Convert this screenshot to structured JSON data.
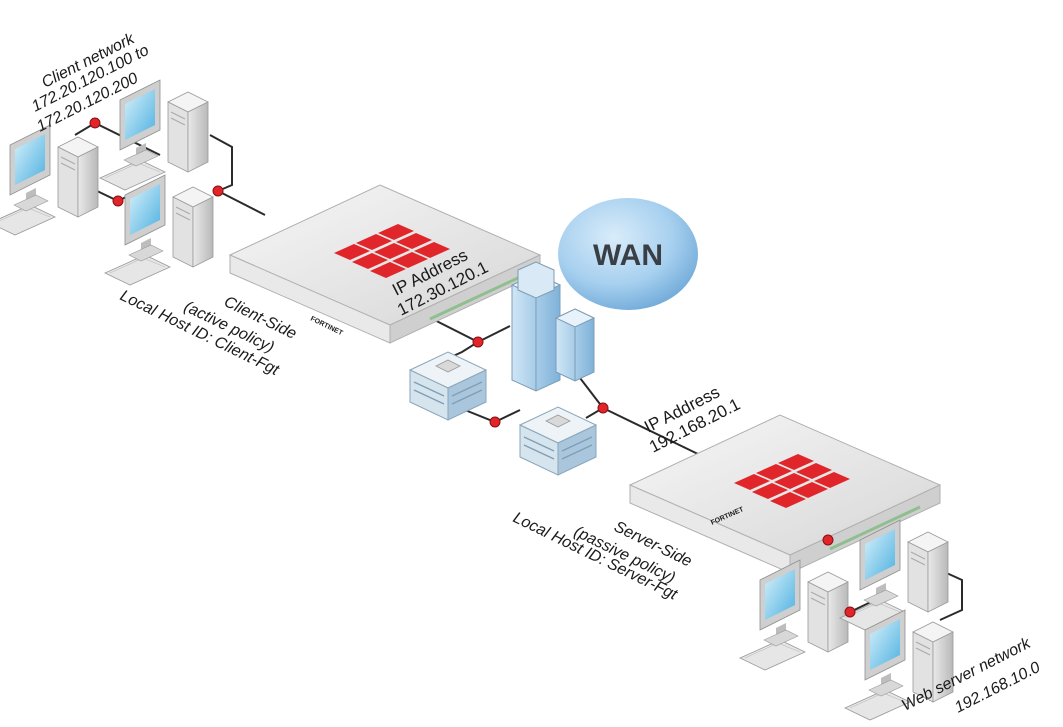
{
  "wan": {
    "label": "WAN"
  },
  "client_network": {
    "line1": "Client network",
    "line2": "172.20.120.100 to",
    "line3": "172.20.120.200"
  },
  "client_fgt": {
    "line1": "Client-Side",
    "line2": "(active policy)",
    "line3": "Local Host ID: Client-Fgt",
    "brand": "FORTINET"
  },
  "client_ip": {
    "line1": "IP Address",
    "line2": "172.30.120.1"
  },
  "server_ip": {
    "line1": "IP Address",
    "line2": "192.168.20.1"
  },
  "server_fgt": {
    "line1": "Server-Side",
    "line2": "(passive policy)",
    "line3": "Local Host ID: Server-Fgt",
    "brand": "FORTINET"
  },
  "web_server_network": {
    "line1": "Web server network",
    "line2": "192.168.10.0"
  },
  "colors": {
    "fortinet_red": "#e0262a",
    "wan_cloud": "#9fcbec",
    "link": "#2b2b2b"
  }
}
